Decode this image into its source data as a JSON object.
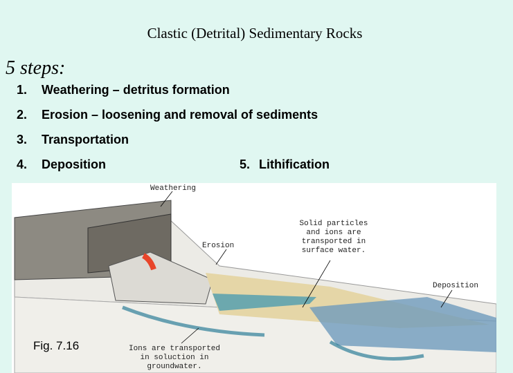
{
  "title": "Clastic (Detrital) Sedimentary Rocks",
  "steps_heading": "5 steps:",
  "steps": [
    {
      "num": "1.",
      "text": "Weathering – detritus formation"
    },
    {
      "num": "2.",
      "text": "Erosion – loosening and removal of sediments"
    },
    {
      "num": "3.",
      "text": "Transportation"
    },
    {
      "num": "4.",
      "text": "Deposition"
    },
    {
      "num": "5.",
      "text": "Lithification"
    }
  ],
  "figure": {
    "caption": "Fig. 7.16",
    "labels": {
      "weathering": "Weathering",
      "erosion": "Erosion",
      "surface": "Solid particles and ions are transported in surface water.",
      "deposition": "Deposition",
      "groundwater": "Ions are transported in soluction in groundwater."
    }
  }
}
